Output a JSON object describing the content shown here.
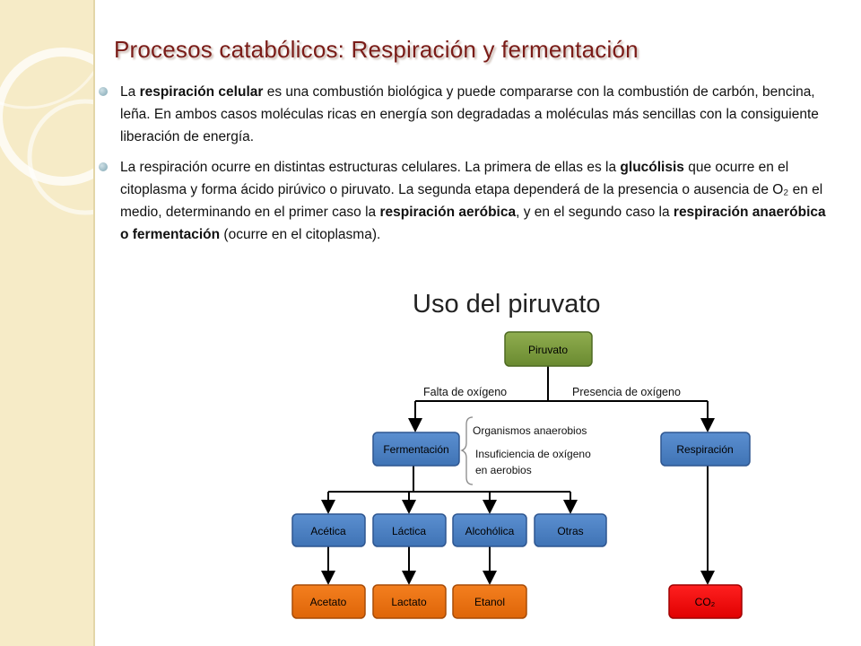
{
  "slide": {
    "title": "Procesos catabólicos: Respiración y fermentación",
    "bullets": [
      {
        "runs": [
          {
            "t": "La ",
            "b": false
          },
          {
            "t": "respiración celular",
            "b": true
          },
          {
            "t": " es una combustión biológica y puede compararse con la combustión de carbón, bencina, leña. En ambos casos moléculas ricas en energía son degradadas a moléculas más sencillas con la consiguiente liberación de energía.",
            "b": false
          }
        ]
      },
      {
        "runs": [
          {
            "t": "La respiración ocurre en distintas estructuras celulares. La primera de ellas es la ",
            "b": false
          },
          {
            "t": "glucólisis",
            "b": true
          },
          {
            "t": " que ocurre en el citoplasma y forma ácido pirúvico o piruvato. La segunda etapa dependerá de la presencia o ausencia de O₂ en el medio, determinando en el primer caso la ",
            "b": false
          },
          {
            "t": "respiración aeróbica",
            "b": true
          },
          {
            "t": ", y en el segundo caso la ",
            "b": false
          },
          {
            "t": "respiración anaeróbica o fermentación",
            "b": true
          },
          {
            "t": " (ocurre en el citoplasma).",
            "b": false
          }
        ]
      }
    ]
  },
  "diagram": {
    "title": "Uso del piruvato",
    "root": "Piruvato",
    "branch_left_label": "Falta de oxígeno",
    "branch_right_label": "Presencia de oxígeno",
    "fermentacion": "Fermentación",
    "respiracion": "Respiración",
    "conditions": [
      "Organismos anaerobios",
      "Insuficiencia de oxígeno",
      "en aerobios"
    ],
    "types": [
      "Acética",
      "Láctica",
      "Alcohólica",
      "Otras"
    ],
    "products": [
      "Acetato",
      "Lactato",
      "Etanol"
    ],
    "co2": "CO₂",
    "colors": {
      "root": "#77933c",
      "blue": "#4f81bd",
      "orange": "#e46c0a",
      "red": "#ff0000"
    }
  }
}
